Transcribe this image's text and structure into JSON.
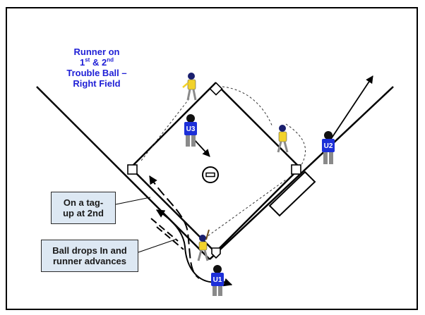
{
  "title": {
    "line1": "Runner on",
    "line2_a": "1",
    "line2_sup1": "st",
    "line2_b": " & 2",
    "line2_sup2": "nd",
    "line3": "Trouble Ball –",
    "line4": "Right Field"
  },
  "callouts": {
    "tagup_line1": "On a tag-",
    "tagup_line2": "up at 2nd",
    "drops_line1": "Ball drops In and",
    "drops_line2": "runner advances"
  },
  "umpires": [
    "U1",
    "U2",
    "U3"
  ],
  "colors": {
    "umpire_shirt": "#1c2fd8",
    "umpire_pants": "#8a8a8a",
    "runner_shirt": "#f2d22b",
    "title_text": "#1f1fd6",
    "callout_fill": "#dde8f3"
  }
}
